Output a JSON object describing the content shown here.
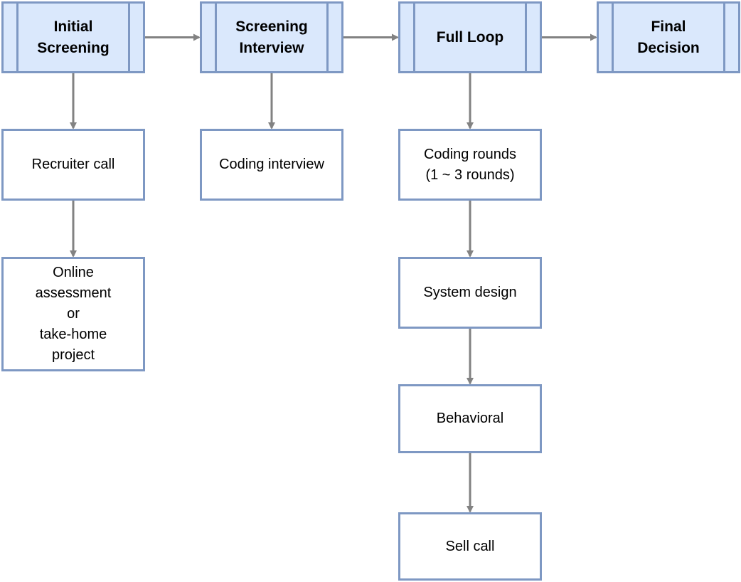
{
  "colors": {
    "stage_fill": "#dae8fc",
    "step_fill": "#ffffff",
    "border": "#7e98c3",
    "arrow": "#828282",
    "text": "#000000"
  },
  "stages": [
    {
      "id": "initial-screening",
      "label": "Initial\nScreening"
    },
    {
      "id": "screening-interview",
      "label": "Screening\nInterview"
    },
    {
      "id": "full-loop",
      "label": "Full Loop"
    },
    {
      "id": "final-decision",
      "label": "Final\nDecision"
    }
  ],
  "steps": [
    {
      "id": "recruiter-call",
      "label": "Recruiter call"
    },
    {
      "id": "online-assessment",
      "label": "Online\nassessment\nor\ntake-home\nproject"
    },
    {
      "id": "coding-interview",
      "label": "Coding interview"
    },
    {
      "id": "coding-rounds",
      "label": "Coding rounds\n(1 ~ 3 rounds)"
    },
    {
      "id": "system-design",
      "label": "System design"
    },
    {
      "id": "behavioral",
      "label": "Behavioral"
    },
    {
      "id": "sell-call",
      "label": "Sell call"
    }
  ],
  "edges": [
    {
      "from": "initial-screening",
      "to": "screening-interview"
    },
    {
      "from": "screening-interview",
      "to": "full-loop"
    },
    {
      "from": "full-loop",
      "to": "final-decision"
    },
    {
      "from": "initial-screening",
      "to": "recruiter-call"
    },
    {
      "from": "recruiter-call",
      "to": "online-assessment"
    },
    {
      "from": "screening-interview",
      "to": "coding-interview"
    },
    {
      "from": "full-loop",
      "to": "coding-rounds"
    },
    {
      "from": "coding-rounds",
      "to": "system-design"
    },
    {
      "from": "system-design",
      "to": "behavioral"
    },
    {
      "from": "behavioral",
      "to": "sell-call"
    }
  ]
}
